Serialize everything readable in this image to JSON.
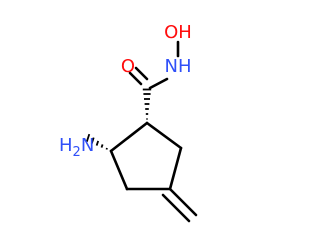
{
  "molecule": {
    "atoms": {
      "carbonyl_oxygen": {
        "symbol": "O",
        "color": "#ff0d0d"
      },
      "amide_nitrogen": {
        "symbol": "NH",
        "color": "#3050f8"
      },
      "hydroxyl_oxygen": {
        "symbol": "OH",
        "color": "#ff0d0d"
      },
      "amine_nitrogen": {
        "symbol": "H",
        "subscript": "2",
        "suffix": "N",
        "color": "#3050f8"
      }
    },
    "bond_color": "#000000"
  }
}
